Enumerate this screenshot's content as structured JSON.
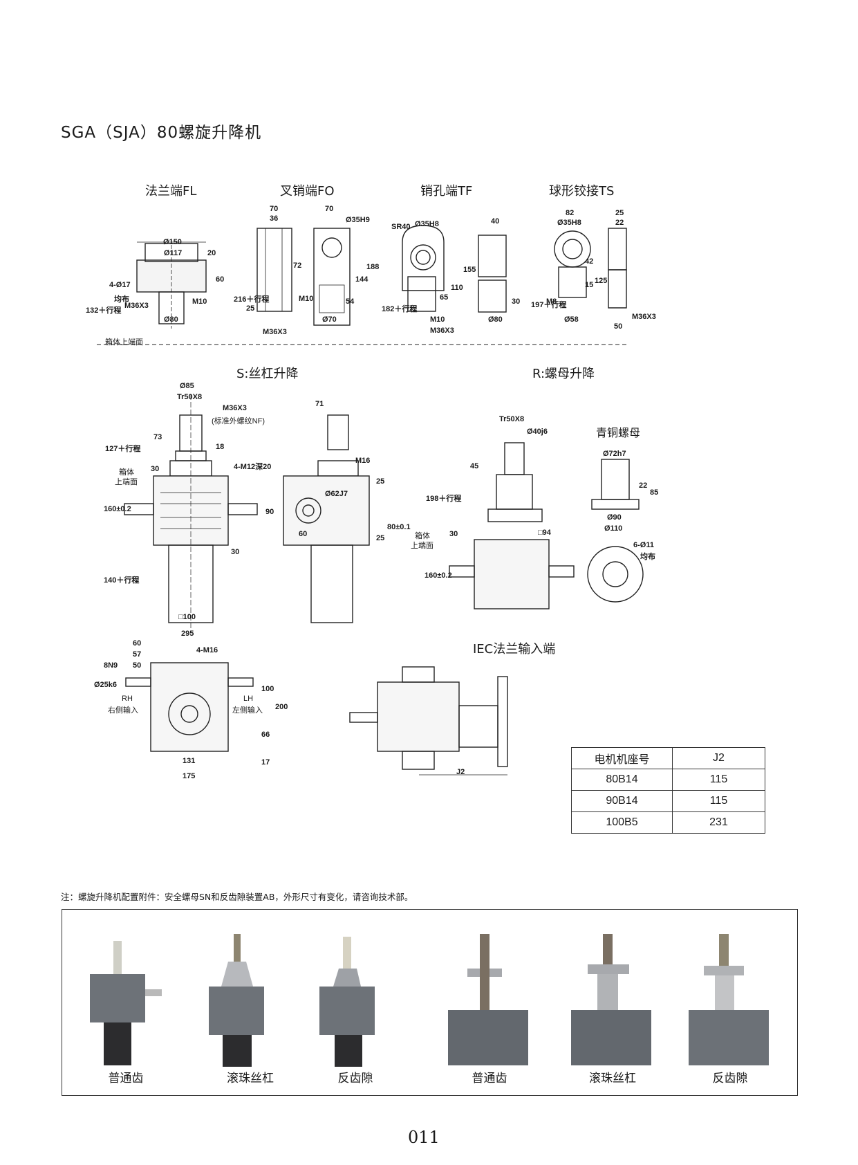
{
  "title": "SGA（SJA）80螺旋升降机",
  "end_types": {
    "fl": "法兰端FL",
    "fo": "叉销端FO",
    "tf": "销孔端TF",
    "ts": "球形铰接TS"
  },
  "mode_titles": {
    "s": "S:丝杠升降",
    "r": "R:螺母升降"
  },
  "bronze_nut": "青铜螺母",
  "iec_title": "IEC法兰输入端",
  "dims": {
    "fl": [
      "Ø150",
      "Ø117",
      "4-Ø17",
      "均布",
      "M36X3",
      "Ø80",
      "20",
      "60",
      "M10",
      "132＋行程"
    ],
    "fo": [
      "70",
      "36",
      "72",
      "216＋行程",
      "25",
      "M36X3",
      "70",
      "Ø35H9",
      "188",
      "144",
      "M10",
      "54",
      "Ø70"
    ],
    "tf": [
      "SR40",
      "Ø35H8",
      "155",
      "110",
      "65",
      "182＋行程",
      "M10",
      "M36X3",
      "40",
      "30",
      "Ø80"
    ],
    "ts": [
      "82",
      "Ø35H8",
      "42",
      "125",
      "15",
      "197＋行程",
      "M8",
      "Ø58",
      "25",
      "22",
      "M36X3",
      "50"
    ],
    "housing_face": "箱体上端面",
    "s_view": [
      "Ø85",
      "Tr50X8",
      "M36X3",
      "(标准外螺纹NF)",
      "73",
      "127＋行程",
      "18",
      "30",
      "箱体",
      "上端面",
      "160±0.2",
      "30",
      "140＋行程",
      "□100"
    ],
    "s_side": [
      "71",
      "4-M12深20",
      "M16",
      "25",
      "Ø62J7",
      "90",
      "60",
      "25",
      "80±0.1"
    ],
    "r_view": [
      "Tr50X8",
      "Ø40j6",
      "45",
      "198＋行程",
      "30",
      "□94",
      "箱体",
      "上端面",
      "160±0.2"
    ],
    "nut": [
      "Ø72h7",
      "22",
      "85",
      "Ø90",
      "Ø110",
      "6-Ø11",
      "均布"
    ],
    "bottom": [
      "295",
      "60",
      "57",
      "50",
      "8N9",
      "Ø25k6",
      "4-M16",
      "100",
      "200",
      "66",
      "17",
      "131",
      "175",
      "RH",
      "右侧输入",
      "LH",
      "左侧输入"
    ],
    "iec": [
      "J2"
    ]
  },
  "motor_table": {
    "headers": [
      "电机机座号",
      "J2"
    ],
    "rows": [
      [
        "80B14",
        "115"
      ],
      [
        "90B14",
        "115"
      ],
      [
        "100B5",
        "231"
      ]
    ]
  },
  "note": "注：螺旋升降机配置附件：安全螺母SN和反齿隙装置AB，外形尺寸有变化，请咨询技术部。",
  "photos": [
    "普通齿",
    "滚珠丝杠",
    "反齿隙",
    "普通齿",
    "滚珠丝杠",
    "反齿隙"
  ],
  "page_number": "011"
}
